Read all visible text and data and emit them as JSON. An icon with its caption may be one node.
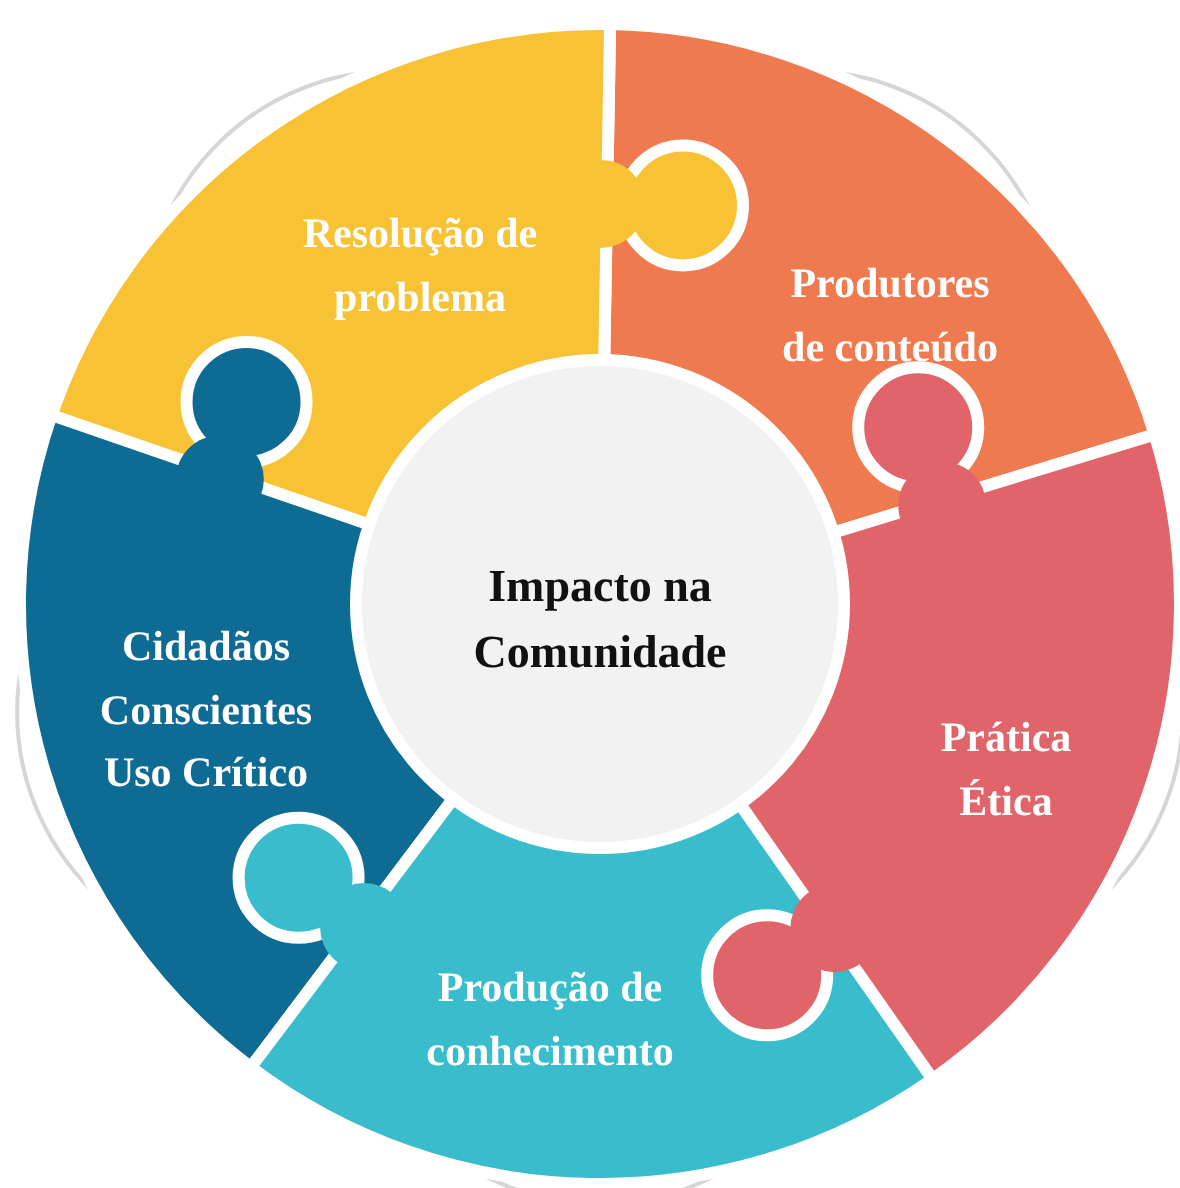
{
  "diagram": {
    "nodes": [
      {
        "text": [
          "Resolução de problema"
        ]
      },
      {
        "text": [
          "Produtores de conteúdo"
        ]
      },
      {
        "text": [
          "Impacto na Comunidade"
        ]
      },
      {
        "text": [
          "Cidadãos Conscientes Uso Crítico"
        ]
      },
      {
        "text": [
          "Prática Ética"
        ]
      },
      {
        "text": [
          "Produção de conhecimento"
        ]
      }
    ]
  }
}
